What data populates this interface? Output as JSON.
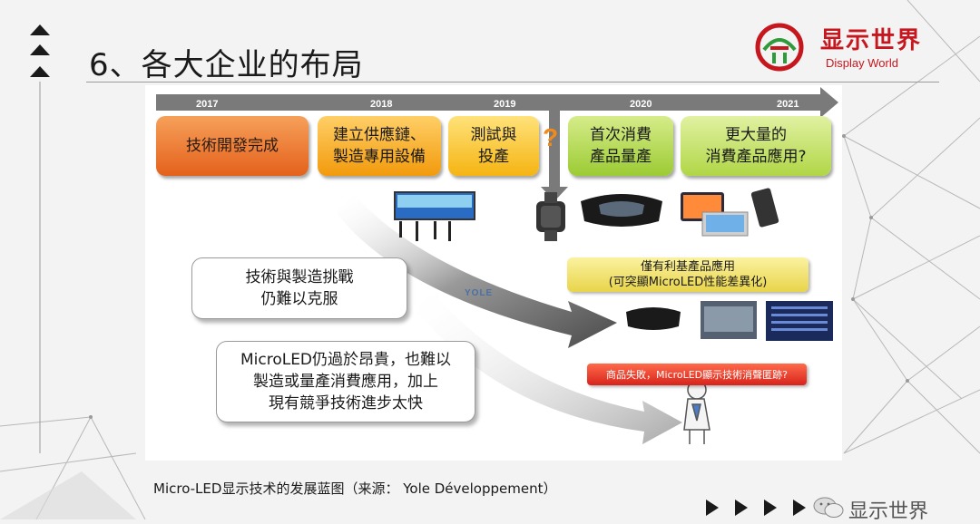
{
  "slide": {
    "title": "6、各大企业的布局",
    "caption": "Micro-LED显示技术的发展蓝图（来源： Yole Développement）"
  },
  "logo": {
    "name_cn": "显示世界",
    "name_en": "Display World"
  },
  "timeline": {
    "years": [
      "2017",
      "2018",
      "2019",
      "2020",
      "2021"
    ],
    "stages": [
      {
        "line1": "技術開發完成",
        "line2": ""
      },
      {
        "line1": "建立供應鏈、",
        "line2": "製造專用設備"
      },
      {
        "line1": "測試與",
        "line2": "投產"
      },
      {
        "line1": "首次消費",
        "line2": "產品量產"
      },
      {
        "line1": "更大量的",
        "line2": "消費產品應用?"
      }
    ],
    "uncertain_mark": "?"
  },
  "paths": {
    "challenge": {
      "line1": "技術與製造挑戰",
      "line2": "仍難以克服"
    },
    "niche": {
      "line1": "僅有利基產品應用",
      "line2": "(可突顯MicroLED性能差異化)"
    },
    "expensive": {
      "line1": "MicroLED仍過於昂貴，也難以",
      "line2": "製造或量產消費應用，加上",
      "line3": "現有競爭技術進步太快"
    },
    "failure": "商品失敗，MicroLED顯示技術消聲匿跡?"
  },
  "watermark": "YOLE",
  "footer": {
    "account": "显示世界"
  },
  "colors": {
    "brand_red": "#c6171e",
    "timeline_arrow": "#7a7a7a",
    "stage_orange": "#e4611b",
    "stage_yellow": "#f5b412",
    "stage_green": "#9ccb33",
    "failure_red": "#d7241c"
  },
  "icons": [
    "up-triangle-stack-icon",
    "right-triangle-arrow-icon",
    "wechat-icon",
    "display-world-logo-icon"
  ]
}
